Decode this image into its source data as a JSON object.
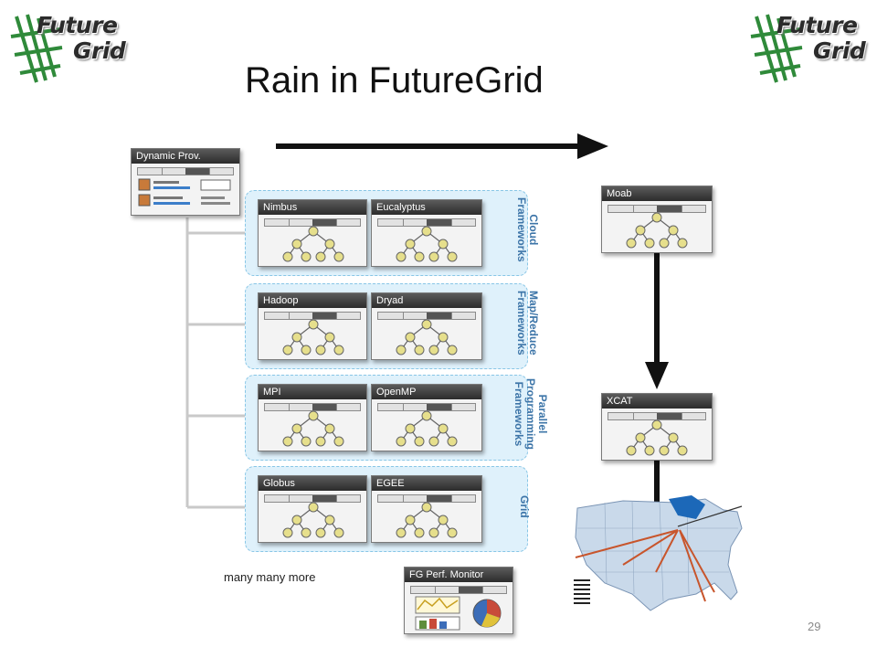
{
  "logo": {
    "line1": "Future",
    "line2": "Grid"
  },
  "title": "Rain in FutureGrid",
  "dynamic_prov": {
    "title": "Dynamic Prov."
  },
  "groups": [
    {
      "label_line1": "Cloud",
      "label_line2": "Frameworks",
      "windows": [
        "Nimbus",
        "Eucalyptus"
      ]
    },
    {
      "label_line1": "Map/Reduce",
      "label_line2": "Frameworks",
      "windows": [
        "Hadoop",
        "Dryad"
      ]
    },
    {
      "label_line1": "Parallel",
      "label_line2": "Programming",
      "label_line3": "Frameworks",
      "windows": [
        "MPI",
        "OpenMP"
      ]
    },
    {
      "label_line1": "Grid",
      "windows": [
        "Globus",
        "EGEE"
      ]
    }
  ],
  "right_windows": {
    "moab": "Moab",
    "xcat": "XCAT"
  },
  "monitor": {
    "title": "FG Perf. Monitor"
  },
  "many_more": "many many more",
  "page_number": "29"
}
